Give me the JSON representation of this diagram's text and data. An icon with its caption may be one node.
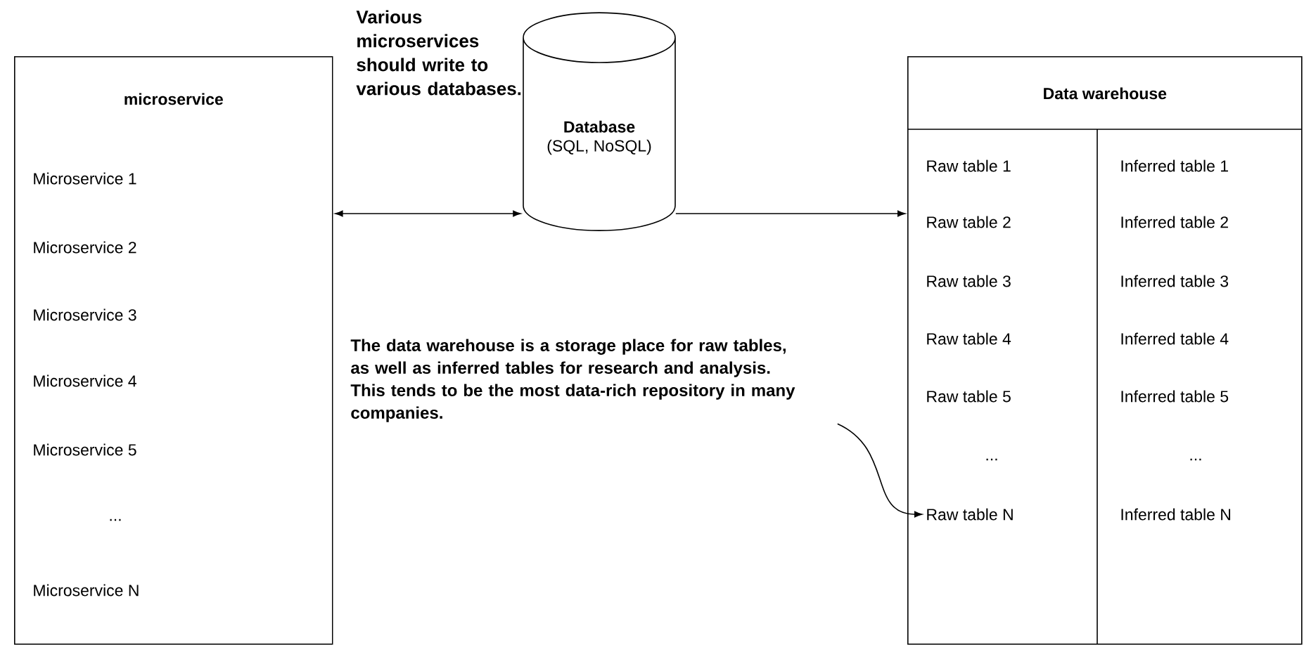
{
  "diagram": {
    "nodes": [
      {
        "text": [
          "microservice"
        ]
      },
      {
        "text": [
          "Microservice 1"
        ],
        "in": 0
      },
      {
        "text": [
          "Microservice 2"
        ],
        "in": 0
      },
      {
        "text": [
          "Microservice 3"
        ],
        "in": 0
      },
      {
        "text": [
          "Microservice 4"
        ],
        "in": 0
      },
      {
        "text": [
          "Microservice 5"
        ],
        "in": 0
      },
      {
        "text": [
          "..."
        ],
        "in": 0
      },
      {
        "text": [
          "Microservice N"
        ],
        "in": 0
      },
      {
        "text": [
          "Database",
          "(SQL, NoSQL)"
        ]
      },
      {
        "text": [
          "Data warehouse"
        ]
      },
      {
        "text": [
          "Raw table 1"
        ],
        "in": 9
      },
      {
        "text": [
          "Raw table 2"
        ],
        "in": 9
      },
      {
        "text": [
          "Raw table 3"
        ],
        "in": 9
      },
      {
        "text": [
          "Raw table 4"
        ],
        "in": 9
      },
      {
        "text": [
          "Raw table 5"
        ],
        "in": 9
      },
      {
        "text": [
          "..."
        ],
        "in": 9
      },
      {
        "text": [
          "Raw table N"
        ],
        "in": 9
      },
      {
        "text": [
          "Inferred table 1"
        ],
        "in": 9
      },
      {
        "text": [
          "Inferred table 2"
        ],
        "in": 9
      },
      {
        "text": [
          "Inferred table 3"
        ],
        "in": 9
      },
      {
        "text": [
          "Inferred table 4"
        ],
        "in": 9
      },
      {
        "text": [
          "Inferred table 5"
        ],
        "in": 9
      },
      {
        "text": [
          "..."
        ],
        "in": 9
      },
      {
        "text": [
          "Inferred table N"
        ],
        "in": 9
      },
      {
        "text": [
          "The data warehouse is a storage place for raw tables, as well as inferred tables for research and analysis. This tends to be the most data-rich repository in many companies."
        ]
      }
    ],
    "edges": [
      {
        "from": 0,
        "to": 8,
        "arrow": "both"
      },
      {
        "from": 8,
        "to": 9,
        "arrow": "to"
      },
      {
        "from": 24,
        "to": 16,
        "arrow": "to"
      }
    ],
    "labels": [
      "Various microservices should write to various databases."
    ]
  }
}
